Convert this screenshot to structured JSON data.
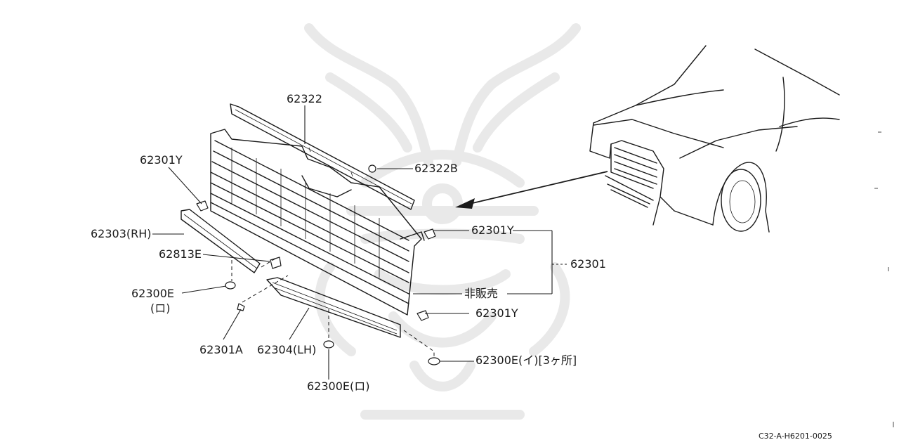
{
  "diagram": {
    "part_labels": {
      "p62322": "62322",
      "p62322B": "62322B",
      "p62301Y_top": "62301Y",
      "p62301Y_mid": "62301Y",
      "p62301Y_low": "62301Y",
      "p62301": "62301",
      "p62303": "62303(RH)",
      "p62813E": "62813E",
      "p62300E_left": "62300E",
      "p62300E_left_sub": "(ロ)",
      "p62301A": "62301A",
      "p62304": "62304(LH)",
      "p62300E_bottom": "62300E(ロ)",
      "p62300E_right": "62300E(イ)[3ヶ所]",
      "not_for_sale": "非販売"
    },
    "diagram_code": "C32-A-H6201-0025"
  }
}
